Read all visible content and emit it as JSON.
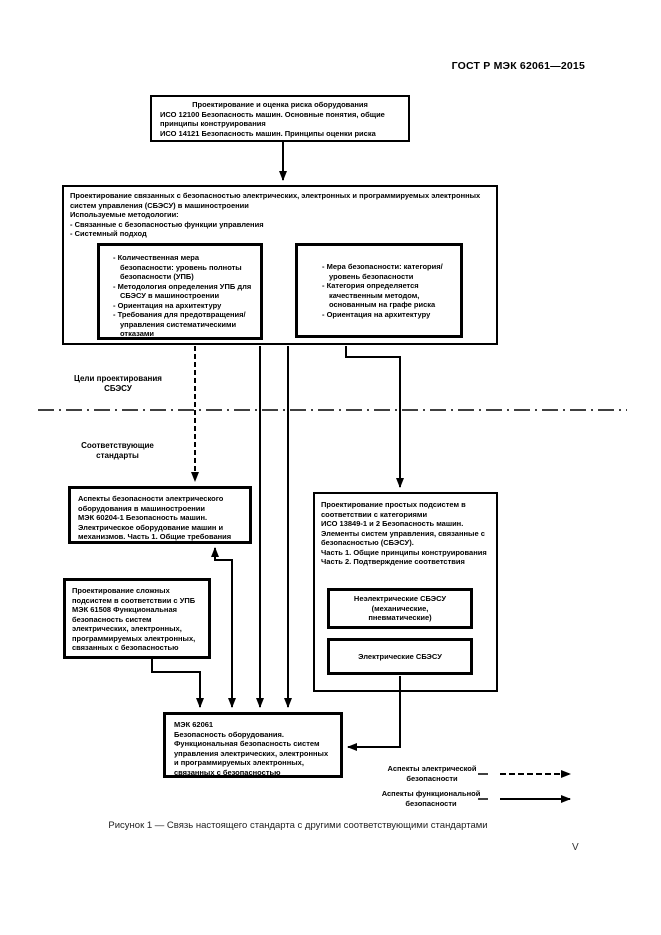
{
  "page": {
    "header": "ГОСТ Р МЭК 62061—2015",
    "caption": "Рисунок 1 — Связь настоящего стандарта с другими соответствующими стандартами",
    "page_number": "V",
    "colors": {
      "line": "#000000",
      "text": "#000000",
      "background": "#ffffff"
    }
  },
  "labels": {
    "goals": "Цели проектирования\nСБЭСУ",
    "standards": "Соответствующие\nстандарты"
  },
  "boxes": {
    "risk": {
      "title": "Проектирование и оценка риска оборудования",
      "body": "ИСО 12100 Безопасность машин. Основные понятия, общие принципы конструирования\nИСО 14121 Безопасность машин. Принципы оценки риска"
    },
    "main": {
      "title": "Проектирование связанных с безопасностью электрических, электронных и программируемых электронных систем управления (СБЭСУ) в машиностроении",
      "subtitle": "Используемые методологии:",
      "items": [
        "- Связанные с безопасностью функции управления",
        "- Системный подход"
      ]
    },
    "sil": {
      "items": [
        "- Количественная мера безопасности: уровень полноты безопасности (УПБ)",
        "- Методология определения УПБ для СБЭСУ в машиностроении",
        "- Ориентация на архитектуру",
        "- Требования для предотвращения/ управления систематическими отказами"
      ]
    },
    "cat": {
      "items": [
        "- Мера безопасности: категория/ уровень безопасности",
        "- Категория определяется качественным методом, основанным на графе риска",
        "- Ориентация на архитектуру"
      ]
    },
    "iec60204": {
      "body": "Аспекты безопасности электрического оборудования в машиностроении\nМЭК 60204-1 Безопасность машин. Электрическое оборудование машин и механизмов. Часть 1. Общие требования"
    },
    "iso13849": {
      "body": "Проектирование простых подсистем в соответствии с категориями\nИСО 13849-1 и 2 Безопасность машин. Элементы систем управления, связанные с безопасностью (СБЭСУ).\nЧасть 1. Общие принципы конструирования\nЧасть 2. Подтверждение соответствия"
    },
    "nonelectric": {
      "label": "Неэлектрические СБЭСУ\n(механические,\nпневматические)"
    },
    "electric": {
      "label": "Электрические СБЭСУ"
    },
    "iec61508": {
      "body": "Проектирование сложных подсистем в соответствии с УПБ\nМЭК 61508 Функциональная безопасность систем электрических, электронных, программируемых электронных, связанных с безопасностью"
    },
    "iec62061": {
      "title": "МЭК 62061",
      "body": "Безопасность оборудования.\nФункциональная безопасность систем управления электрических, электронных и программируемых электронных, связанных с безопасностью"
    }
  },
  "legend": {
    "electrical": {
      "label": "Аспекты электрической\nбезопасности",
      "style": "dashed"
    },
    "functional": {
      "label": "Аспекты функциональной\nбезопасности",
      "style": "solid"
    }
  }
}
